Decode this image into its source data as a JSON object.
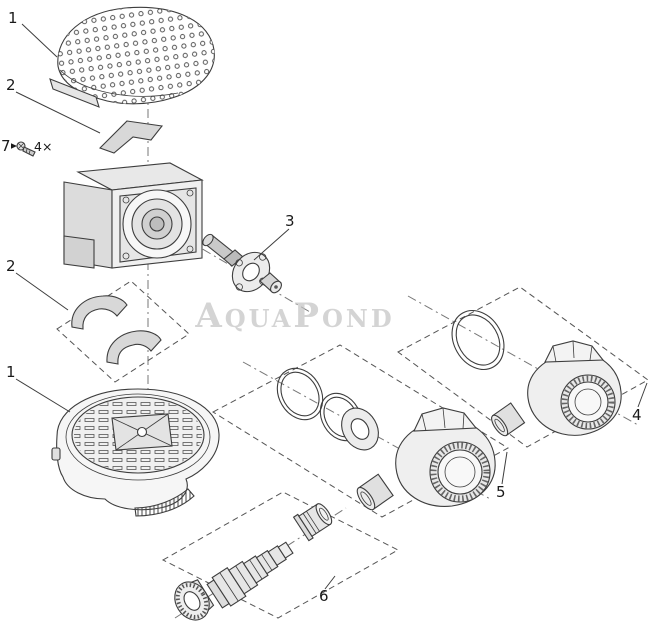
{
  "watermark": "AquaPond",
  "callouts": {
    "cover_top": "1",
    "clamp_top": "2",
    "screws": "7",
    "screws_qty": "4×",
    "rotor": "3",
    "clamp_mid": "2",
    "housing_bottom": "1",
    "outlet_right": "4",
    "outlet_center": "5",
    "inlet_assembly": "6"
  }
}
